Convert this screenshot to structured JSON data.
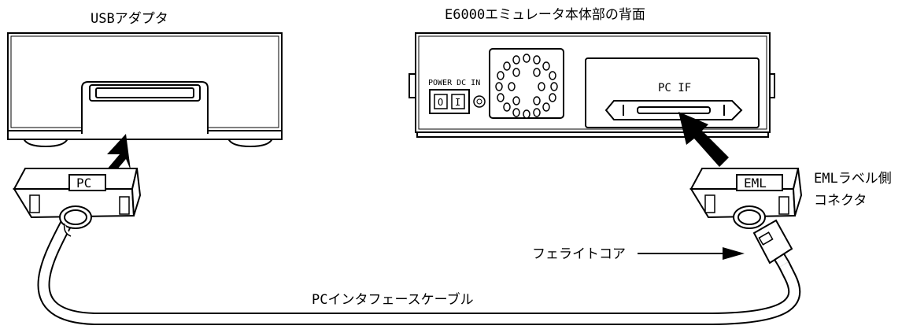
{
  "labels": {
    "usb_adapter": "USBアダプタ",
    "emulator_back": "E6000エミュレータ本体部の背面",
    "pc_plug": "PC",
    "eml_plug": "EML",
    "eml_connector_line1": "EMLラベル側",
    "eml_connector_line2": "コネクタ",
    "ferrite_core": "フェライトコア",
    "pc_cable": "PCインタフェースケーブル",
    "power_dc_in": "POWER DC IN",
    "switch_off": "O",
    "switch_on": "I",
    "pc_if": "PC IF"
  }
}
